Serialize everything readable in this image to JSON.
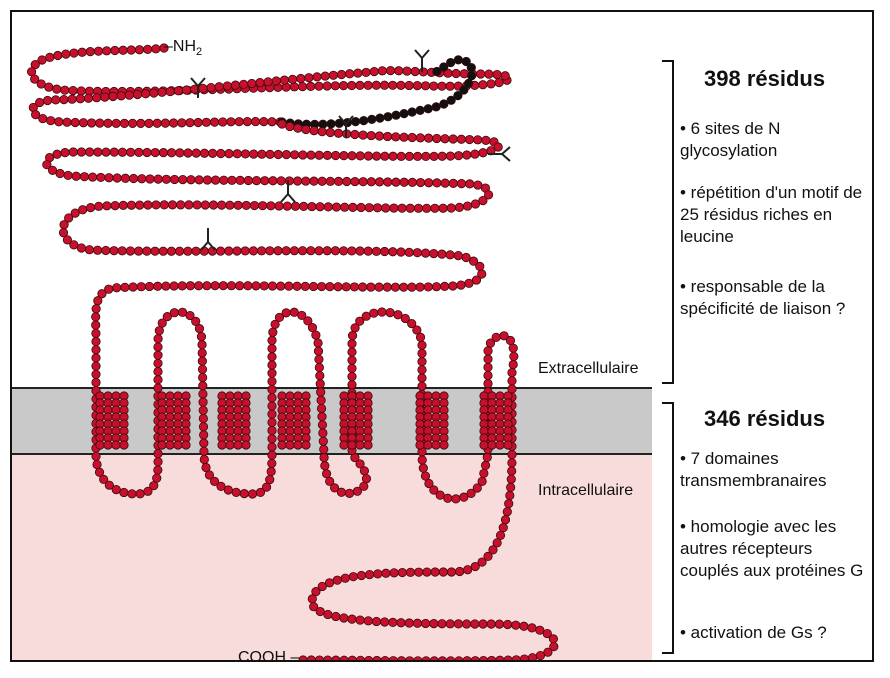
{
  "colors": {
    "residue_fill": "#c8102e",
    "residue_stroke": "#3a0a0a",
    "highlight_residue": "#111111",
    "membrane": "#c9c9c9",
    "intracellular_bg": "#f8dcdc",
    "frame": "#111111"
  },
  "terminals": {
    "n_term_prefix": "–NH",
    "n_term_subscript": "2",
    "c_term": "COOH –"
  },
  "regions": {
    "extracellular": "Extracellulaire",
    "intracellular": "Intracellulaire"
  },
  "extracellular_section": {
    "title": "398 résidus",
    "bullets": [
      "• 6 sites de N glycosylation",
      "• répétition d'un motif de 25 résidus riches en leucine",
      "• responsable de la spécificité de liaison ?"
    ]
  },
  "transmembrane_section": {
    "title": "346 résidus",
    "bullets": [
      "• 7 domaines transmembranaires",
      "• homologie avec les autres récepteurs couplés aux protéines G",
      "• activation de Gs ?"
    ]
  },
  "icons": [
    "glycosylation-site-icon",
    "residue-bead-icon"
  ]
}
